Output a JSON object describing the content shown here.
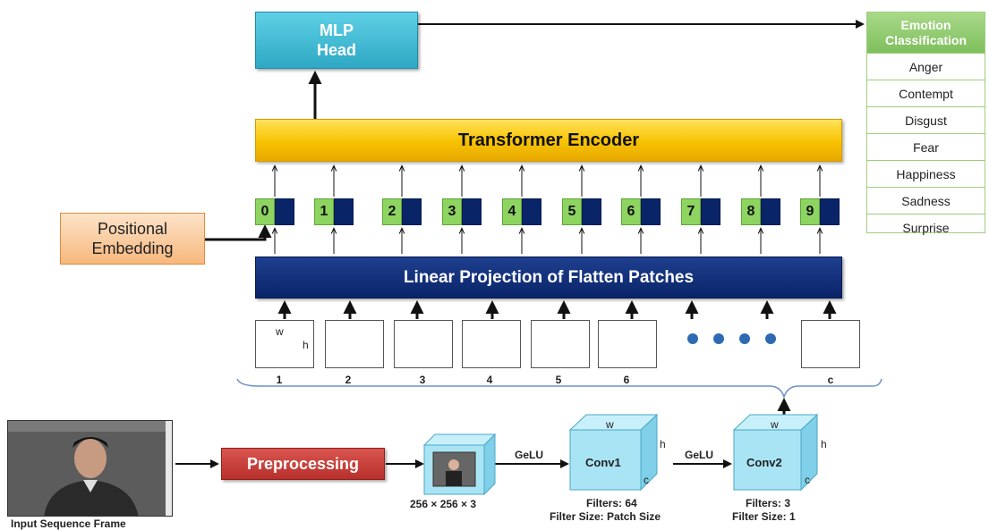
{
  "mlp_head": {
    "line1": "MLP",
    "line2": "Head"
  },
  "transformer_encoder": "Transformer Encoder",
  "linear_projection": "Linear Projection of Flatten Patches",
  "positional_embedding": {
    "line1": "Positional",
    "line2": "Embedding"
  },
  "preprocessing": "Preprocessing",
  "emotion": {
    "title_line1": "Emotion",
    "title_line2": "Classification",
    "classes": [
      "Anger",
      "Contempt",
      "Disgust",
      "Fear",
      "Happiness",
      "Sadness",
      "Surprise"
    ]
  },
  "tokens": [
    "0",
    "1",
    "2",
    "3",
    "4",
    "5",
    "6",
    "7",
    "8",
    "9"
  ],
  "patch_labels": [
    "1",
    "2",
    "3",
    "4",
    "5",
    "6",
    "c"
  ],
  "patch_dims": {
    "w": "w",
    "h": "h"
  },
  "input_caption": "Input Sequence Frame",
  "input_size": "256 × 256 × 3",
  "activation1": "GeLU",
  "activation2": "GeLU",
  "conv1": {
    "name": "Conv1",
    "w": "w",
    "h": "h",
    "c": "c",
    "filters": "Filters: 64",
    "filter_size": "Filter Size: Patch Size"
  },
  "conv2": {
    "name": "Conv2",
    "w": "w",
    "h": "h",
    "c": "c",
    "filters": "Filters: 3",
    "filter_size": "Filter Size: 1"
  },
  "colors": {
    "mlp": "#2ea8c4",
    "transformer": "#f7c200",
    "linear": "#0a2468",
    "token": "#8ed461",
    "emotion": "#7fbf5c",
    "preprocessing": "#b8302b",
    "cube": "#a9e4f5"
  }
}
